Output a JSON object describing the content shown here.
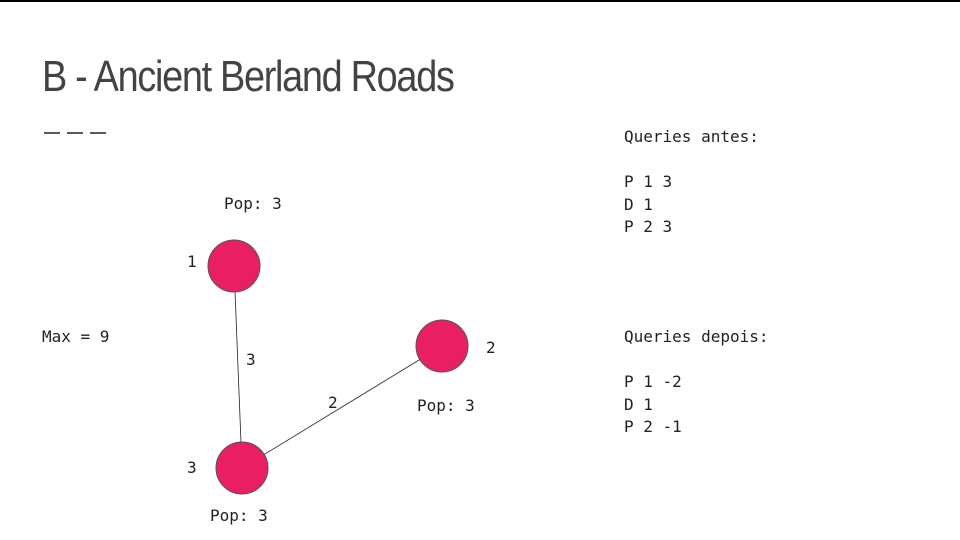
{
  "slide": {
    "title": "B - Ancient Berland Roads",
    "max_text": "Max = 9"
  },
  "queries_before": {
    "heading": "Queries antes:",
    "lines": [
      "P 1 3",
      "D 1",
      "P 2 3"
    ]
  },
  "queries_after": {
    "heading": "Queries depois:",
    "lines": [
      "P 1 -2",
      "D 1",
      "P 2 -1"
    ]
  },
  "graph": {
    "node_color": "#e91e63",
    "nodes": [
      {
        "id": "1",
        "label": "1",
        "pop": "Pop: 3"
      },
      {
        "id": "2",
        "label": "2",
        "pop": "Pop: 3"
      },
      {
        "id": "3",
        "label": "3",
        "pop": "Pop: 3"
      }
    ],
    "edges": [
      {
        "from": "1",
        "to": "3",
        "weight": "3"
      },
      {
        "from": "2",
        "to": "3",
        "weight": "2"
      }
    ]
  }
}
